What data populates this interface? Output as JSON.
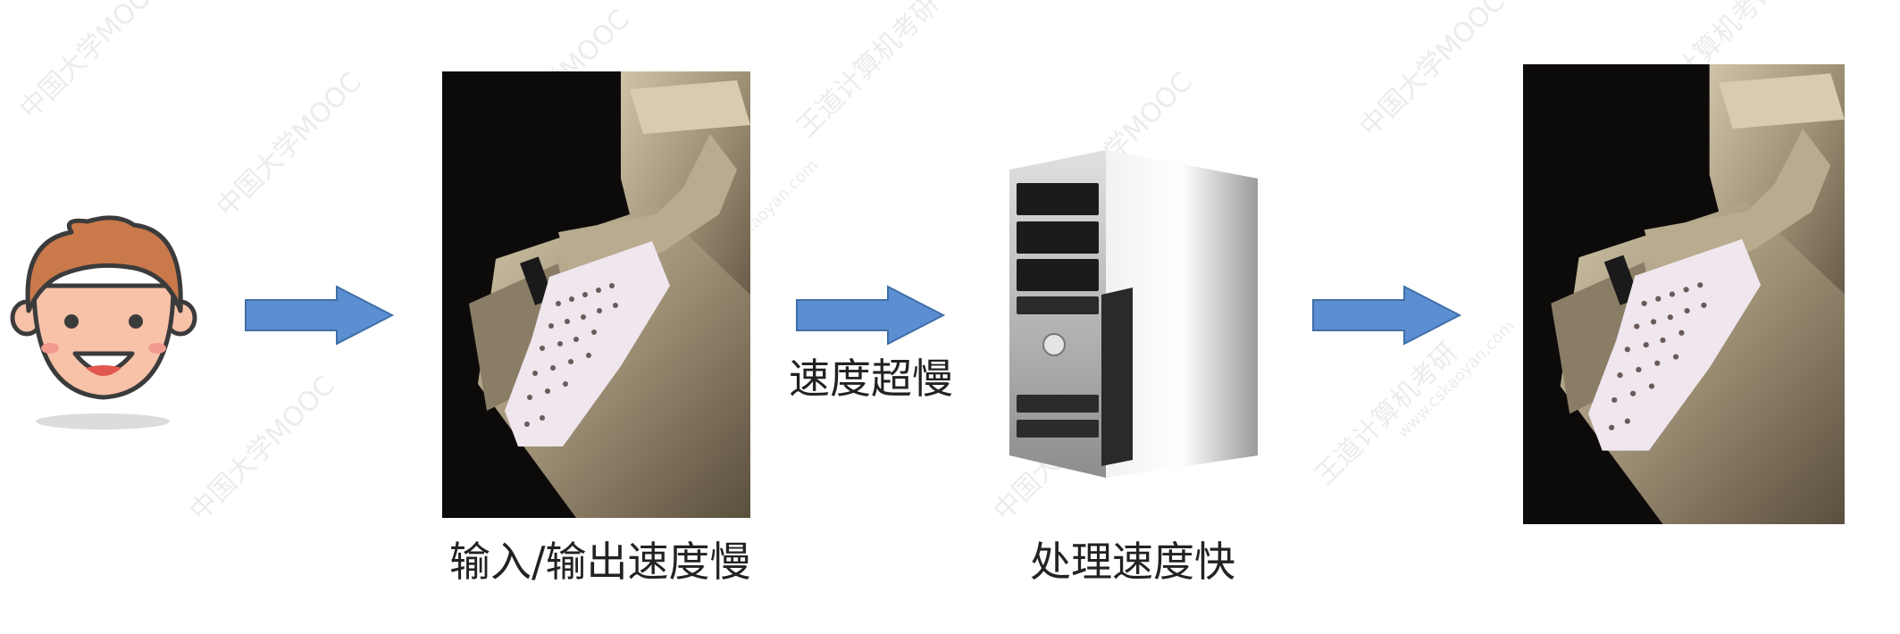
{
  "colors": {
    "arrow_fill": "#5b8fd1",
    "arrow_stroke": "#3f6fa8",
    "skin": "#f7c2a8",
    "hair": "#c9794a",
    "outline": "#3b3b3b",
    "teletype_body": "#a89a7e",
    "paper_tape": "#efe6ee",
    "computer_silver": "#c8c8c8",
    "watermark": "#ececec"
  },
  "icons": {
    "person": "boy-face-icon",
    "device_input": "teletype-paper-tape-photo",
    "computer": "desktop-tower-computer",
    "device_output": "teletype-paper-tape-photo"
  },
  "labels": {
    "slow_speed": "速度超慢",
    "io_speed": "输入/输出速度慢",
    "processing_speed": "处理速度快"
  },
  "watermarks": {
    "mooc": "中国大学MOOC",
    "kaoyan": "王道计算机考研",
    "site": "www.cskaoyan.com"
  }
}
